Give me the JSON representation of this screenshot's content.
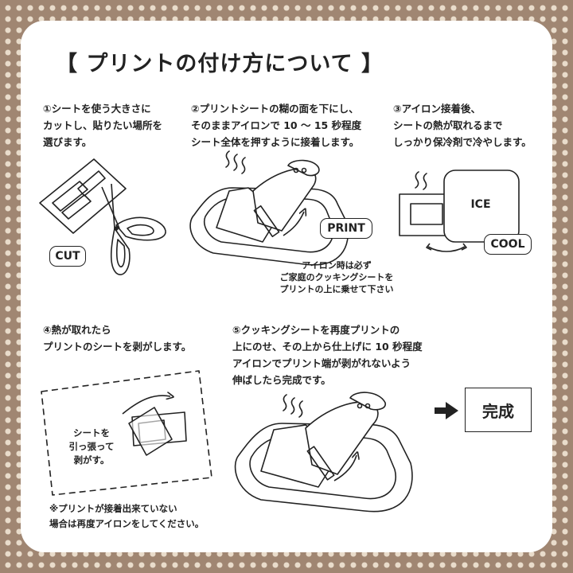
{
  "title": "【 プリントの付け方について 】",
  "steps": [
    {
      "text": "①シートを使う大きさに\nカットし、貼りたい場所を\n選びます。"
    },
    {
      "text": "②プリントシートの糊の面を下にし、\nそのままアイロンで 10 ～ 15 秒程度\nシート全体を押すように接着します。"
    },
    {
      "text": "③アイロン接着後、\nシートの熱が取れるまで\nしっかり保冷剤で冷やします。"
    },
    {
      "text": "④熱が取れたら\nプリントのシートを剥がします。"
    },
    {
      "text": "⑤クッキングシートを再度プリントの\n上にのせ、その上から仕上げに 10 秒程度\nアイロンでプリント端が剥がれないよう\n伸ばしたら完成です。"
    }
  ],
  "labels": {
    "cut": "CUT",
    "print": "PRINT",
    "ice": "ICE",
    "cool": "COOL",
    "peel": "シートを\n引っ張って\n剥がす。",
    "iron_note": "アイロン時は必ず\nご家庭のクッキングシートを\nプリントの上に乗せて下さい",
    "footnote": "※プリントが接着出来ていない\n場合は再度アイロンをしてください。",
    "done": "完成"
  },
  "icons": [
    "scissors-icon",
    "iron-icon",
    "ice-pack-icon",
    "arrow-right-icon",
    "heat-waves-icon"
  ]
}
